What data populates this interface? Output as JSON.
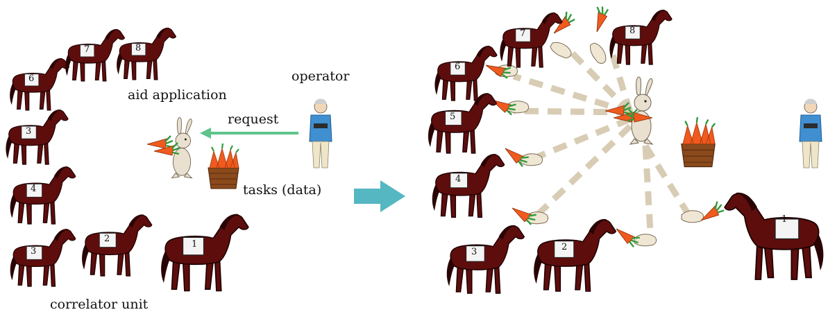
{
  "labels": {
    "aid_application": "aid application",
    "operator": "operator",
    "request": "request",
    "tasks": "tasks (data)",
    "correlator_unit": "correlator unit"
  },
  "left_panel": {
    "horse_numbers": [
      "1",
      "2",
      "3",
      "4",
      "3",
      "6",
      "7",
      "8"
    ]
  },
  "right_panel": {
    "horse_numbers": [
      "1",
      "2",
      "3",
      "4",
      "5",
      "6",
      "7",
      "8"
    ]
  },
  "colors": {
    "horse": "#5e0d0d",
    "arrow_request": "#5ec48a",
    "arrow_transition": "#55b7c2",
    "task_line": "#d8ccb4",
    "carrot": "#f05a1e",
    "basket": "#8b4a1c",
    "operator_coat": "#3f8fd1",
    "rabbit": "#e9e0cf"
  },
  "icons": [
    "horse-icon",
    "rabbit-icon",
    "operator-icon",
    "carrot-basket-icon",
    "carrot-icon",
    "hand-icon"
  ]
}
